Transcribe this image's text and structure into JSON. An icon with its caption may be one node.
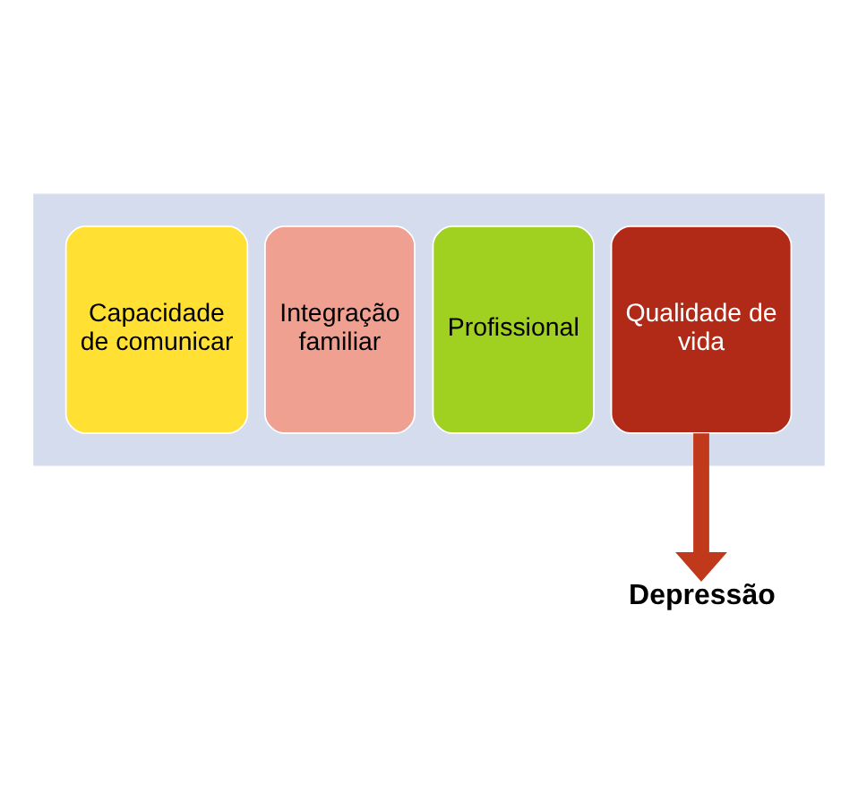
{
  "diagram": {
    "nodes": [
      {
        "text": [],
        "shape": "arrow"
      },
      {
        "text": [
          "Capacidade de comunicar"
        ],
        "in": 0
      },
      {
        "text": [
          "Integração familiar"
        ],
        "in": 0
      },
      {
        "text": [
          "Profissional"
        ],
        "in": 0
      },
      {
        "text": [
          "Qualidade de vida"
        ],
        "in": 0
      },
      {
        "text": [
          "Depressão"
        ]
      }
    ],
    "edges": [
      {
        "from": 4,
        "to": 5,
        "arrow": "to",
        "color": "#c0391b"
      }
    ]
  }
}
